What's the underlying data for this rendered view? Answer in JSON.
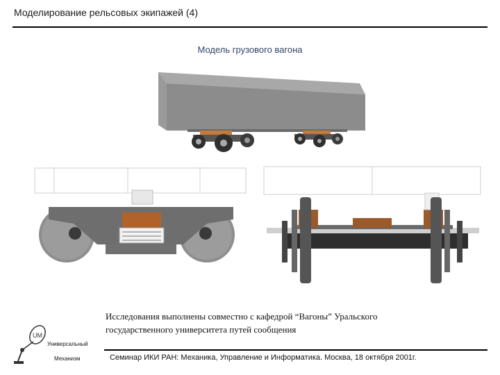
{
  "slide": {
    "title": "Моделирование рельсовых экипажей (4)",
    "subtitle": "Модель грузового вагона"
  },
  "note": {
    "line1": "Исследования выполнены совместно с кафедрой “Вагоны” Уральского",
    "line2": "государственного университета путей сообщения"
  },
  "logo": {
    "label_top": "Универсальный",
    "label_bottom": "Механизм"
  },
  "footer": {
    "text": "Семинар ИКИ РАН: Механика, Управление и Информатика. Москва, 18 октября 2001г."
  },
  "figures": {
    "wagon": "wagon-model",
    "bogie_side": "bogie-side-view",
    "bogie_end": "wheelset-end-view"
  },
  "colors": {
    "body_gray": "#8f8f8f",
    "dark_gray": "#3c3c3c",
    "bronze": "#b0622a"
  }
}
